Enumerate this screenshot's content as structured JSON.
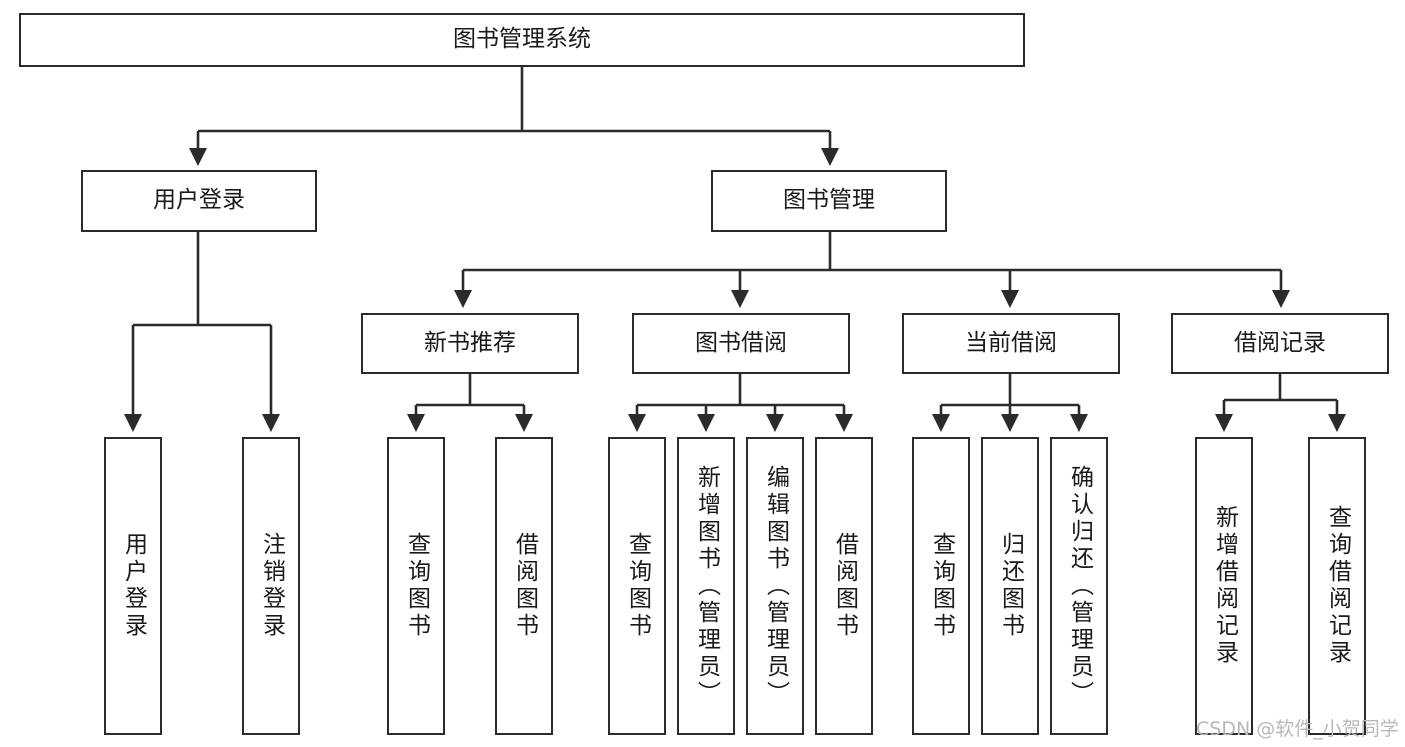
{
  "diagram": {
    "title": "图书管理系统",
    "type": "tree-hierarchy-chart",
    "orientation": "top-down",
    "nodes": {
      "root": {
        "label": "图书管理系统"
      },
      "level2": [
        {
          "id": "user-login",
          "label": "用户登录"
        },
        {
          "id": "book-management",
          "label": "图书管理"
        }
      ],
      "level3": [
        {
          "id": "new-book-recommend",
          "label": "新书推荐"
        },
        {
          "id": "book-borrow",
          "label": "图书借阅"
        },
        {
          "id": "current-borrow",
          "label": "当前借阅"
        },
        {
          "id": "borrow-record",
          "label": "借阅记录"
        }
      ],
      "leaves": [
        {
          "id": "leaf-user-login",
          "label": "用户登录"
        },
        {
          "id": "leaf-logout-login",
          "label": "注销登录"
        },
        {
          "id": "leaf-query-book-1",
          "label": "查询图书"
        },
        {
          "id": "leaf-borrow-book-1",
          "label": "借阅图书"
        },
        {
          "id": "leaf-query-book-2",
          "label": "查询图书"
        },
        {
          "id": "leaf-add-book",
          "label": "新增图书（管理员）"
        },
        {
          "id": "leaf-edit-book",
          "label": "编辑图书（管理员）"
        },
        {
          "id": "leaf-borrow-book-2",
          "label": "借阅图书"
        },
        {
          "id": "leaf-query-book-3",
          "label": "查询图书"
        },
        {
          "id": "leaf-return-book",
          "label": "归还图书"
        },
        {
          "id": "leaf-confirm-return",
          "label": "确认归还（管理员）"
        },
        {
          "id": "leaf-add-record",
          "label": "新增借阅记录"
        },
        {
          "id": "leaf-query-record",
          "label": "查询借阅记录"
        }
      ]
    },
    "colors": {
      "stroke": "#2b2b2b",
      "fill": "#ffffff",
      "text": "#1a1a1a",
      "watermark": "#b8b8b8"
    }
  },
  "watermark": {
    "text": "CSDN @软件_小贺同学"
  }
}
